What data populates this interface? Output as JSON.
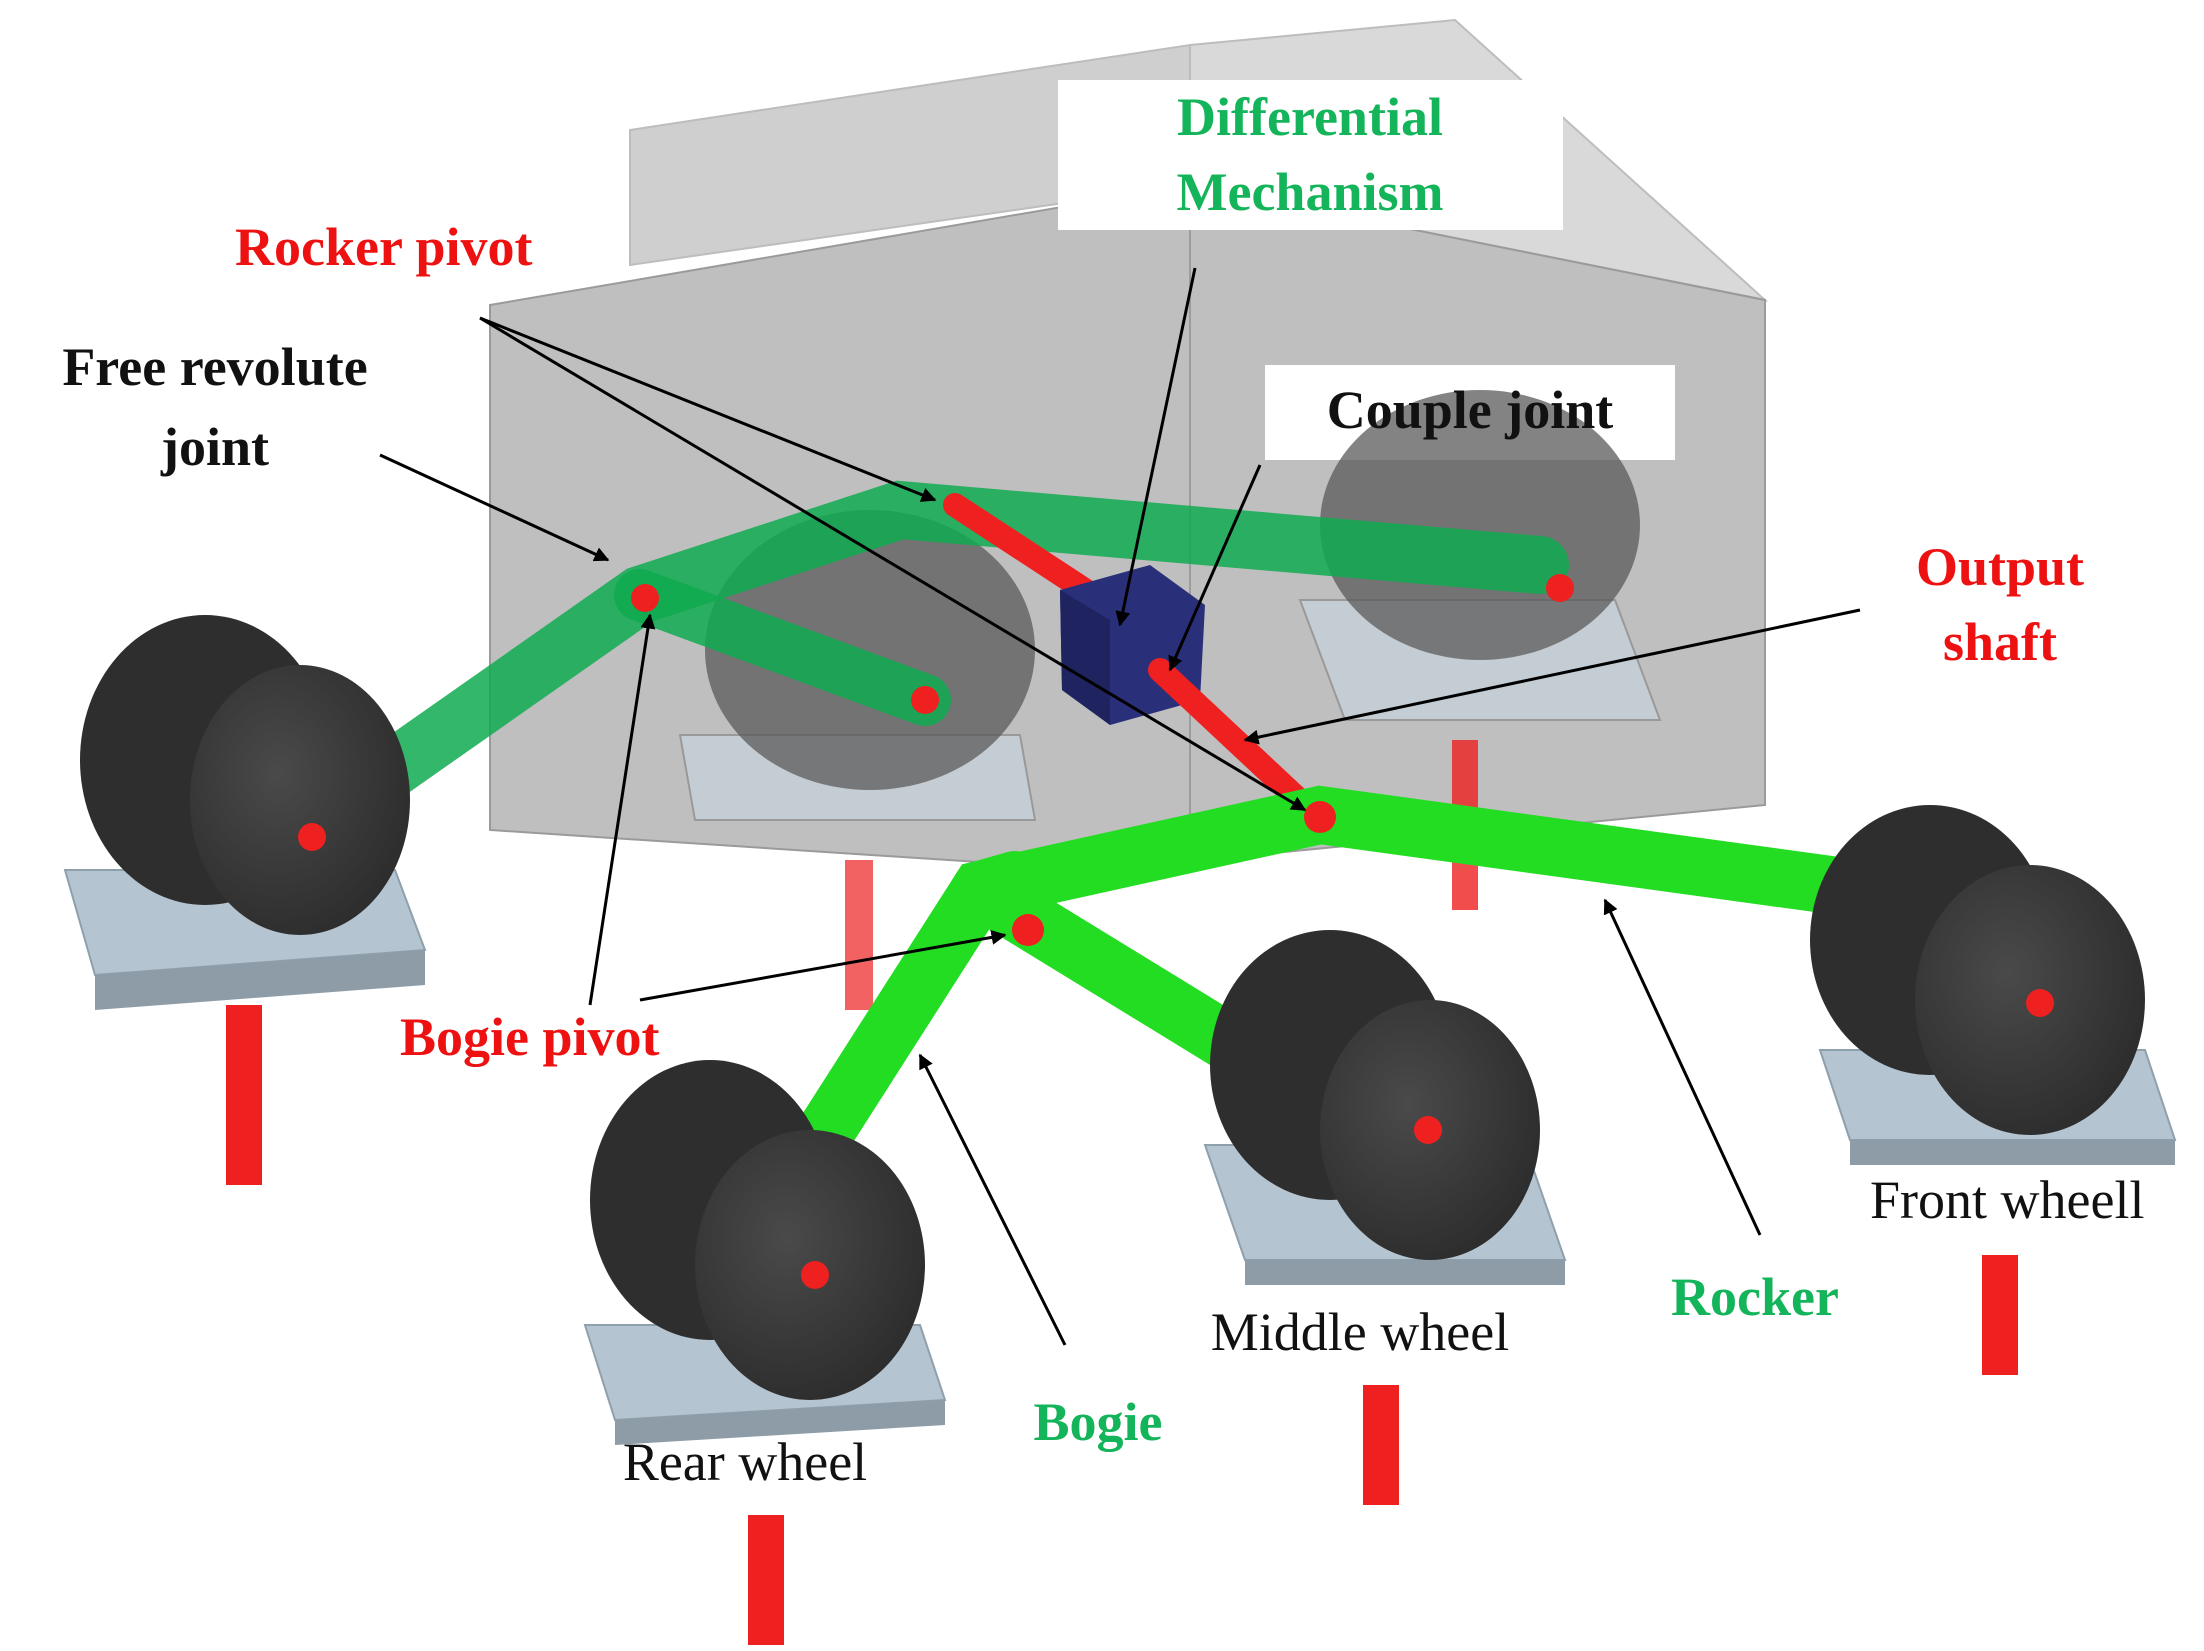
{
  "labels": {
    "differential_line1": "Differential",
    "differential_line2": "Mechanism",
    "rocker_pivot": "Rocker pivot",
    "free_revolute_line1": "Free revolute",
    "free_revolute_line2": "joint",
    "couple_joint": "Couple joint",
    "output_shaft_line1": "Output",
    "output_shaft_line2": "shaft",
    "bogie_pivot": "Bogie pivot",
    "front_wheel": "Front wheell",
    "middle_wheel": "Middle wheel",
    "rear_wheel": "Rear wheel",
    "rocker": "Rocker",
    "bogie": "Bogie"
  },
  "colors": {
    "green_label": "#14b45a",
    "red_label": "#ee1111",
    "black_label": "#111111",
    "link_green": "#22dd22",
    "link_green_dark": "#0fa84a",
    "wheel": "#3c3c3c",
    "plate": "#b4c4d0",
    "body_box": "#9a9a9a",
    "differential": "#2a2f7a",
    "shaft_red": "#ee2020"
  }
}
